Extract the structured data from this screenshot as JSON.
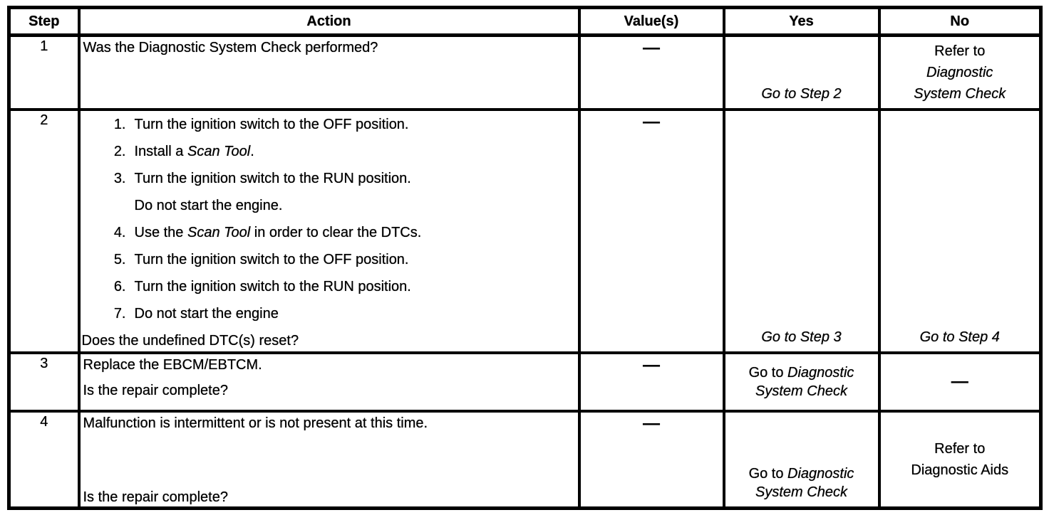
{
  "colors": {
    "ink": "#000000",
    "paper": "#ffffff"
  },
  "header": {
    "step": "Step",
    "action": "Action",
    "values": "Value(s)",
    "yes": "Yes",
    "no": "No"
  },
  "row1": {
    "step": "1",
    "question": "Was the Diagnostic System Check performed?",
    "value": "—",
    "yes_italic": "Go to Step 2",
    "no_line1": "Refer to",
    "no_line2": "Diagnostic",
    "no_line3": "System Check"
  },
  "row2": {
    "step": "2",
    "items": [
      {
        "num": "1.",
        "pre": "Turn the ignition switch to the OFF position.",
        "italic": "",
        "post": ""
      },
      {
        "num": "2.",
        "pre": "Install a ",
        "italic": "Scan Tool",
        "post": "."
      },
      {
        "num": "3.",
        "pre": "Turn the ignition switch to the RUN position.",
        "italic": "",
        "post": ""
      },
      {
        "num": "",
        "pre": "Do not start the engine.",
        "italic": "",
        "post": ""
      },
      {
        "num": "4.",
        "pre": "Use the ",
        "italic": "Scan Tool",
        "post": " in order to clear the DTCs."
      },
      {
        "num": "5.",
        "pre": "Turn the ignition switch to the OFF position.",
        "italic": "",
        "post": ""
      },
      {
        "num": "6.",
        "pre": "Turn the ignition switch to the RUN position.",
        "italic": "",
        "post": ""
      },
      {
        "num": "7.",
        "pre": "Do not start the engine",
        "italic": "",
        "post": ""
      }
    ],
    "question": "Does the undefined DTC(s) reset?",
    "value": "—",
    "yes_italic": "Go to Step 3",
    "no_italic": "Go to Step 4"
  },
  "row3": {
    "step": "3",
    "line1": "Replace the EBCM/EBTCM.",
    "question": "Is the repair complete?",
    "value": "—",
    "yes_prefix": "Go to ",
    "yes_italic": "Diagnostic System Check",
    "no_value": "—"
  },
  "row4": {
    "step": "4",
    "line1": "Malfunction is intermittent or is not present at this time.",
    "question": "Is the repair complete?",
    "value": "—",
    "yes_prefix": "Go to ",
    "yes_italic": "Diagnostic System Check",
    "no_line1": "Refer to",
    "no_line2": "Diagnostic Aids"
  }
}
